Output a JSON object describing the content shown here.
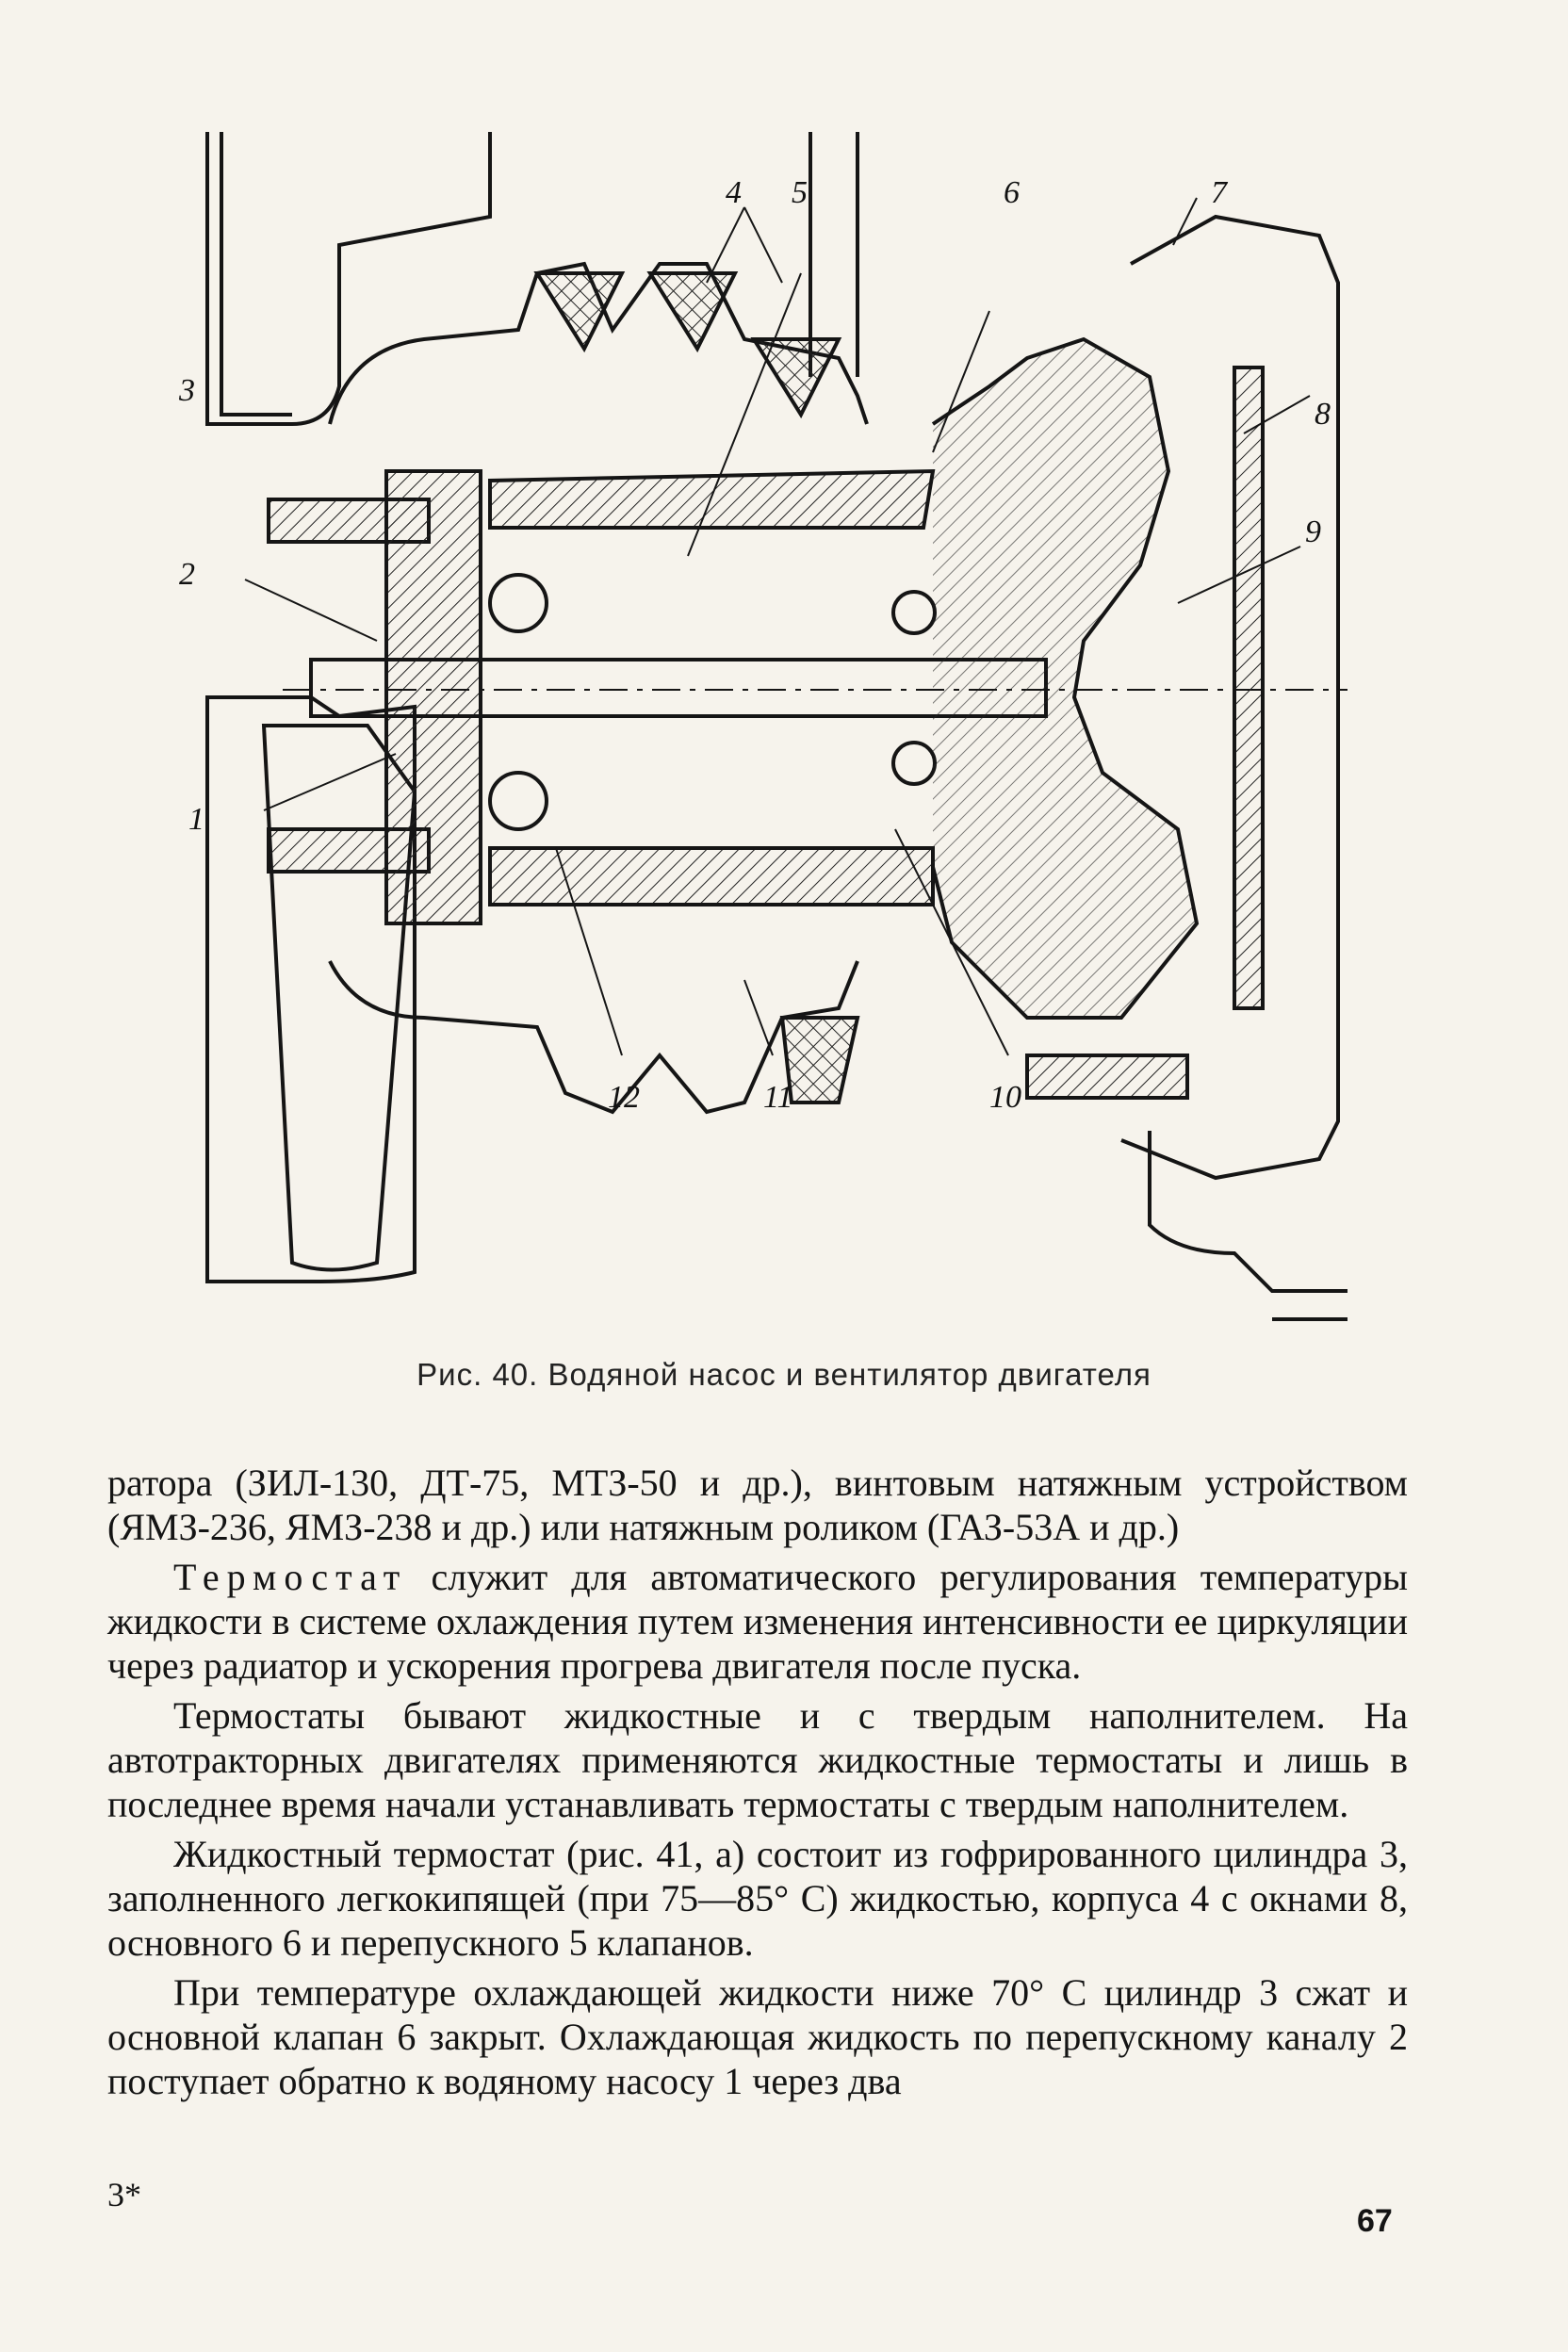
{
  "figure": {
    "labels": [
      "1",
      "2",
      "3",
      "4",
      "5",
      "6",
      "7",
      "8",
      "9",
      "10",
      "11",
      "12"
    ],
    "caption": "Рис. 40. Водяной насос и вентилятор двигателя"
  },
  "text": {
    "p1": "ратора (ЗИЛ-130, ДТ-75, МТЗ-50 и др.), винтовым натяжным устройством (ЯМЗ-236, ЯМЗ-238 и др.) или натяжным роликом (ГАЗ-53А и др.)",
    "p2_term": "Термостат",
    "p2_rest": " служит для автоматического регулирования температуры жидкости в системе охлаждения путем изменения интенсивности ее циркуляции через радиатор и ускорения прогрева двигателя после пуска.",
    "p3": "Термостаты бывают жидкостные и с твердым наполнителем. На автотракторных двигателях применяются жидкостные термостаты и лишь в последнее время начали устанавливать термостаты с твердым наполнителем.",
    "p4": "Жидкостный термостат (рис. 41, а) состоит из гофрированного цилиндра 3, заполненного легкокипящей (при 75—85° С) жидкостью, корпуса 4 с окнами 8, основного 6 и перепускного 5 клапанов.",
    "p5": "При температуре охлаждающей жидкости ниже 70° С цилиндр 3 сжат и основной клапан 6 закрыт. Охлаждающая жидкость по перепускному каналу 2 поступает обратно к водяному насосу 1 через два"
  },
  "footer": {
    "signature_mark": "3*",
    "page_number": "67"
  }
}
